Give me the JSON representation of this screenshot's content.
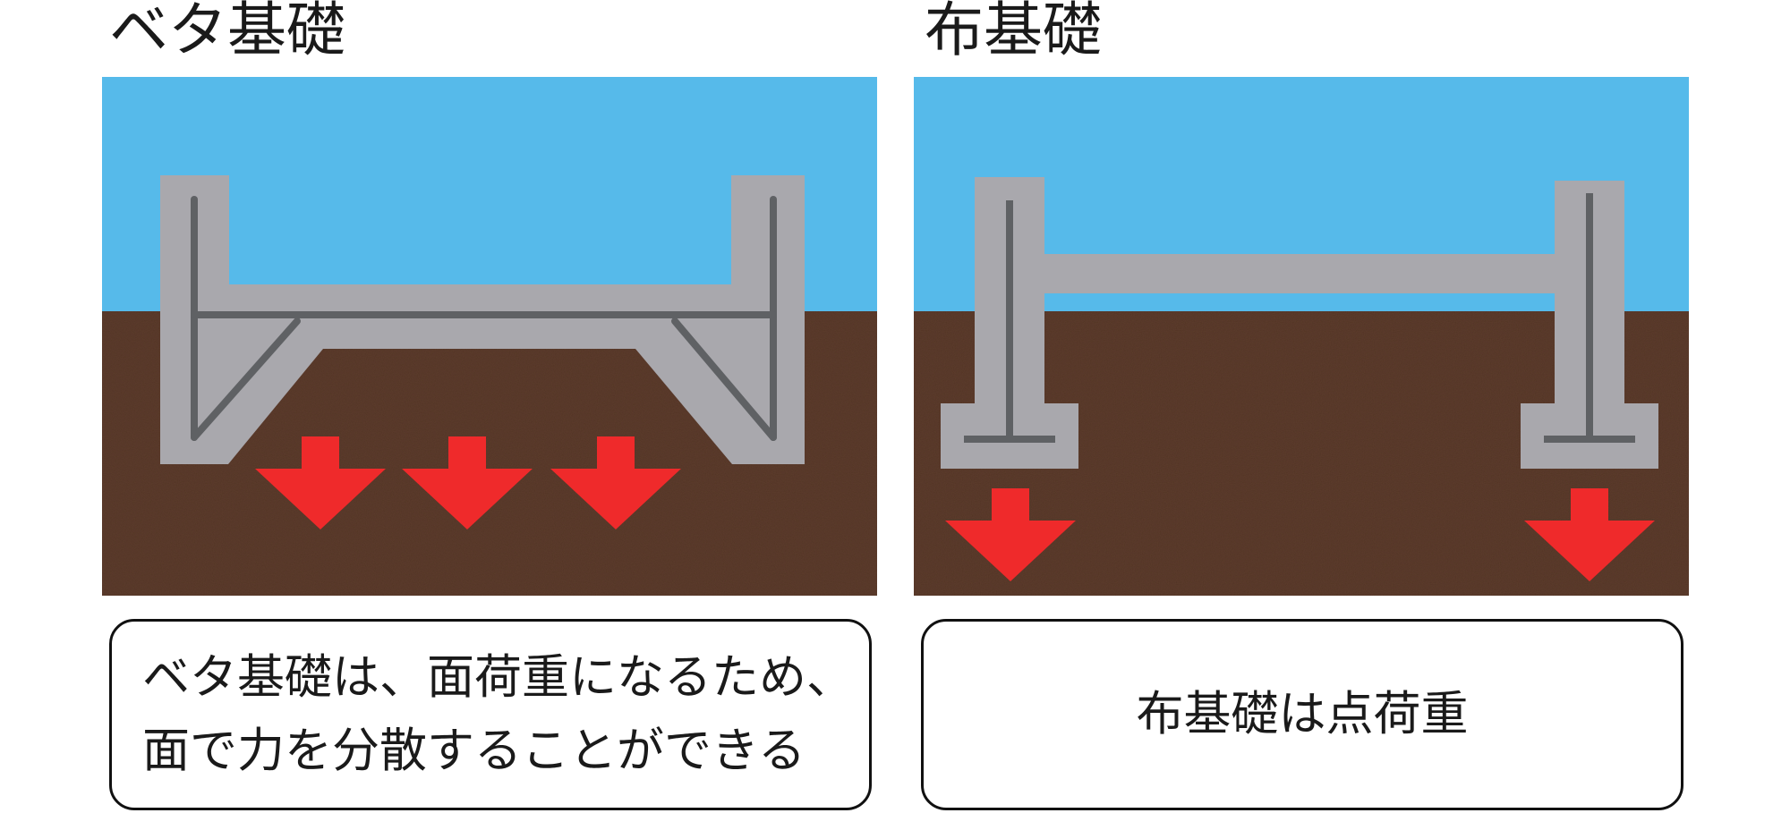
{
  "left_panel": {
    "title": "ベタ基礎",
    "caption": {
      "line1": "ベタ基礎は、面荷重になるため、",
      "line2": "面で力を分散することができる"
    }
  },
  "right_panel": {
    "title": "布基礎",
    "caption": "布基礎は点荷重"
  },
  "colors": {
    "sky": "#56baea",
    "soil": "#5a3a2a",
    "concrete": "#a9a8ad",
    "rebar": "#5f6164",
    "arrow": "#ef2a2b",
    "caption_border": "#111111"
  },
  "icons": [
    "down-arrow-icon"
  ]
}
